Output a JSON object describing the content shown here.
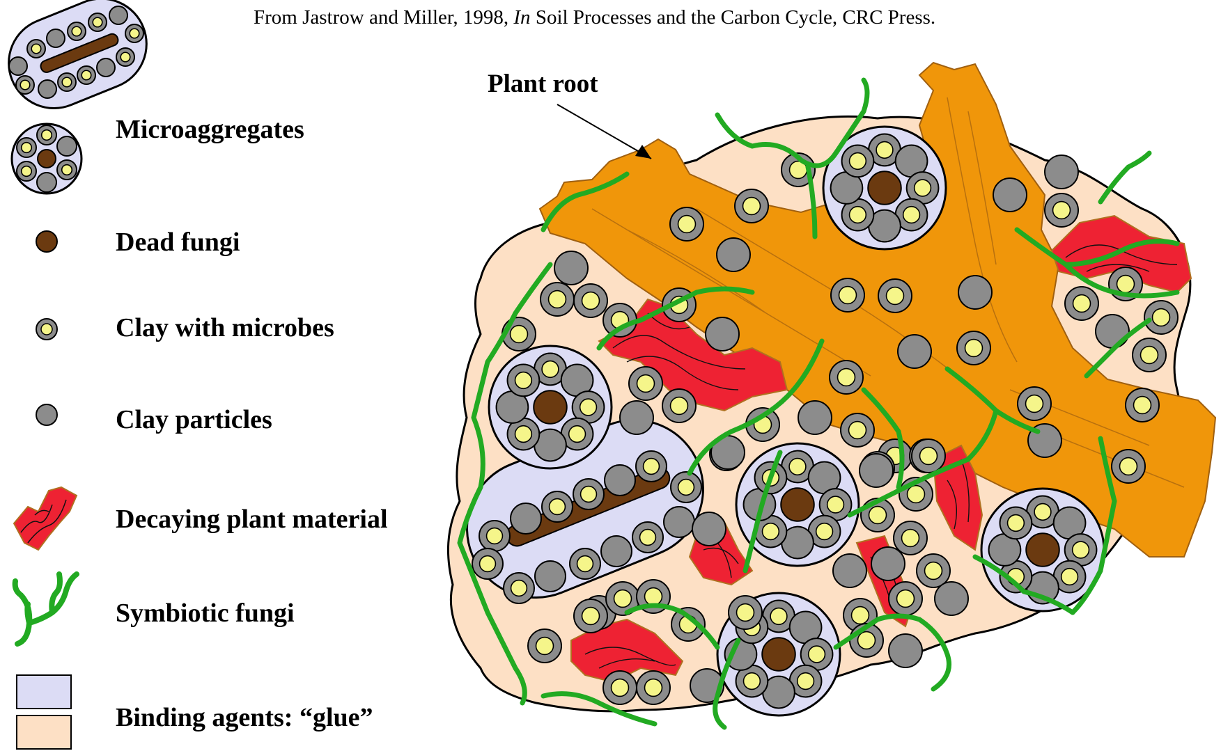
{
  "citation": {
    "prefix": "From Jastrow and Miller, 1998, ",
    "italic": "In",
    "suffix": " Soil Processes and the Carbon Cycle, CRC Press."
  },
  "callout": {
    "plant_root": "Plant root"
  },
  "legend": {
    "microaggregates": "Microaggregates",
    "dead_fungi": "Dead fungi",
    "clay_with_microbes": "Clay with microbes",
    "clay_particles": "Clay particles",
    "decaying_plant": "Decaying plant material",
    "symbiotic_fungi": "Symbiotic fungi",
    "binding_agents": "Binding agents: “glue”"
  },
  "colors": {
    "aggregate_fill": "#fde0c5",
    "root_fill": "#f0960a",
    "micro_fill": "#dcdcf5",
    "clay_fill": "#8c8c8c",
    "microbe_fill": "#f5f58a",
    "dead_fungi_fill": "#6b3a10",
    "decay_fill": "#ee2233",
    "fungi_stroke": "#22aa22"
  }
}
